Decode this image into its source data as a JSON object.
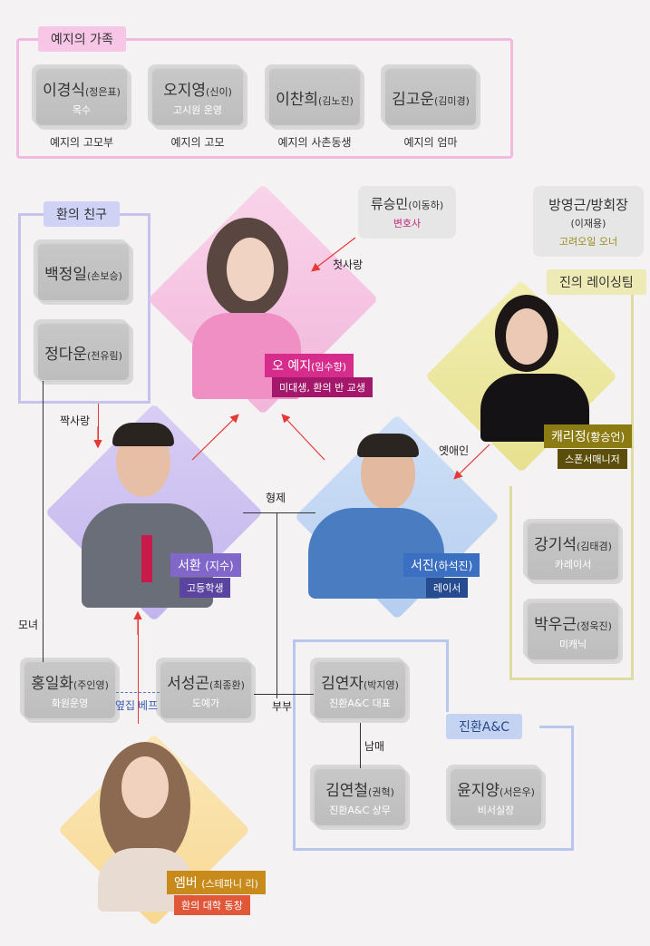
{
  "yeji_family": {
    "label": "예지의 가족",
    "members": [
      {
        "name": "이경식",
        "actor": "(정은표)",
        "role": "목수",
        "relation": "예지의 고모부"
      },
      {
        "name": "오지영",
        "actor": "(신이)",
        "role": "고시원 운영",
        "relation": "예지의 고모"
      },
      {
        "name": "이찬희",
        "actor": "(김노진)",
        "role": "",
        "relation": "예지의 사촌동생"
      },
      {
        "name": "김고운",
        "actor": "(김미경)",
        "role": "",
        "relation": "예지의 엄마"
      }
    ]
  },
  "hwan_friends": {
    "label": "환의 친구",
    "members": [
      {
        "name": "백정일",
        "actor": "(손보승)"
      },
      {
        "name": "정다운",
        "actor": "(전유림)"
      }
    ]
  },
  "ryu": {
    "name": "류승민",
    "actor": "(이동하)",
    "role": "변호사"
  },
  "bang": {
    "name": "방영근/방회장",
    "actor": "(이재용)",
    "role": "고려오일 오너"
  },
  "racing_team": {
    "label": "진의 레이싱팀",
    "members": [
      {
        "name": "강기석",
        "actor": "(김태겸)",
        "role": "카레이서"
      },
      {
        "name": "박우근",
        "actor": "(정욱진)",
        "role": "미캐닉"
      }
    ]
  },
  "yeji": {
    "name": "오 예지",
    "actor": "(임수향)",
    "role": "미대생, 환의 반 교생"
  },
  "hwan": {
    "name": "서환",
    "actor": "(지수)",
    "role": "고등학생"
  },
  "jin": {
    "name": "서진",
    "actor": "(하석진)",
    "role": "레이서"
  },
  "carrie": {
    "name": "캐리정",
    "actor": "(황승언)",
    "role": "스폰서매니저"
  },
  "amber": {
    "name": "엠버",
    "actor": "(스테파니 리)",
    "role": "환의 대학 동창"
  },
  "hong": {
    "name": "홍일화",
    "actor": "(주인영)",
    "role": "화원운영"
  },
  "seo": {
    "name": "서성곤",
    "actor": "(최종환)",
    "role": "도예가"
  },
  "jinhwan_ac": {
    "label": "진환A&C",
    "members": [
      {
        "name": "김연자",
        "actor": "(박지영)",
        "role": "진환A&C 대표"
      },
      {
        "name": "김연철",
        "actor": "(권혁)",
        "role": "진환A&C 상무"
      },
      {
        "name": "윤지양",
        "actor": "(서은우)",
        "role": "비서실장"
      }
    ]
  },
  "relations": {
    "first_love": "첫사랑",
    "crush": "짝사랑",
    "ex_lover": "옛애인",
    "brothers": "형제",
    "mother_daughter": "모녀",
    "couple": "부부",
    "siblings": "남매",
    "neighbor_left": "옆집",
    "neighbor_right": "베프"
  }
}
